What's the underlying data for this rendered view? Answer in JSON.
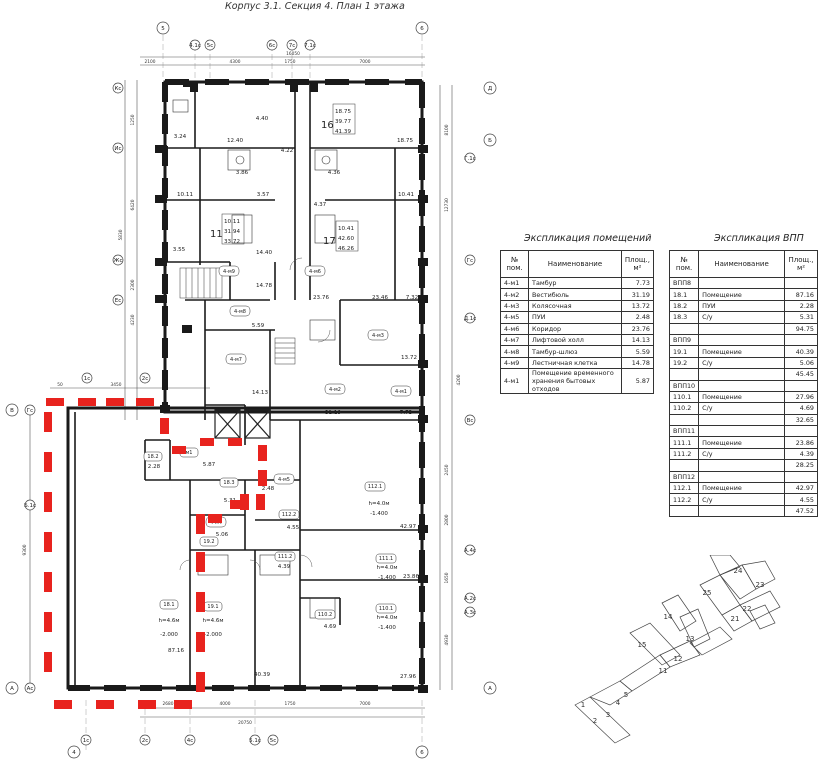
{
  "title": "Корпус 3.1. Секция 4. План 1 этажа",
  "colors": {
    "highlight": "#e8231e",
    "wall": "#1a1a1a",
    "line": "#444444"
  },
  "axes": {
    "top": [
      "5",
      "4.1с",
      "5с",
      "6с",
      "7с",
      "7.1с",
      "6"
    ],
    "bottom": [
      "4",
      "1с",
      "2с",
      "4с",
      "5.1с",
      "5с",
      "6"
    ],
    "left": [
      "Кс",
      "Ис",
      "Жс",
      "Ес",
      "В",
      "Гс",
      "Б.1с",
      "А",
      "Ас"
    ],
    "right": [
      "Д",
      "Б",
      "Г.1с",
      "Гс",
      "Д.1с",
      "Вс",
      "А.4с",
      "А.2с",
      "А.3с",
      "А"
    ],
    "red_top": [
      "1с",
      "2с"
    ],
    "dims_top": [
      "2100",
      "4300",
      "1750",
      "7000",
      "16050"
    ],
    "dims_bottom": [
      "2680",
      "4000",
      "1750",
      "7000",
      "20750"
    ],
    "dims_side": [
      "1250",
      "6420",
      "5830",
      "2300",
      "4230",
      "8100",
      "12730",
      "4200",
      "2450",
      "2800",
      "1650",
      "4930"
    ],
    "dims_red": [
      "50",
      "3450",
      "9300"
    ]
  },
  "apartments": [
    {
      "no": "16",
      "values": [
        "18.75",
        "39.77",
        "41.39"
      ]
    },
    {
      "no": "11",
      "values": [
        "10.11",
        "31.94",
        "33.72"
      ]
    },
    {
      "no": "17",
      "values": [
        "10.41",
        "42.60",
        "46.26"
      ]
    }
  ],
  "room_labels": [
    "3.24",
    "12.40",
    "4.40",
    "18.75",
    "4.22",
    "3.86",
    "4.36",
    "10.11",
    "3.57",
    "10.41",
    "4.37",
    "3.55",
    "14.40",
    "14.78",
    "23.76",
    "23.46",
    "7.32",
    "5.59",
    "13.72",
    "14.13",
    "31.19",
    "7.73",
    "2.28",
    "5.87",
    "5.31",
    "2.48",
    "4.55",
    "5.06",
    "4.39",
    "4.69",
    "87.16",
    "40.39",
    "42.97",
    "23.86",
    "27.96"
  ],
  "room_tags": [
    "4-м9",
    "4-м6",
    "4-м8",
    "4-м3",
    "4-м7",
    "4-м2",
    "4-м1",
    "4-м5",
    "4-м4",
    "18.2",
    "18.3",
    "19.2",
    "111.2",
    "110.2",
    "112.2",
    "112.1",
    "111.1",
    "110.1",
    "18.1",
    "19.1",
    "м1"
  ],
  "commercial": [
    {
      "id": "112.1",
      "h": "h=4.0м",
      "level": "-1.400"
    },
    {
      "id": "111.1",
      "h": "h=4.0м",
      "level": "-1.400"
    },
    {
      "id": "110.1",
      "h": "h=4.0м",
      "level": "-1.400"
    },
    {
      "id": "18.1",
      "h": "h=4.6м",
      "level": "-2.000"
    },
    {
      "id": "19.1",
      "h": "h=4.6м",
      "level": "-2.000"
    }
  ],
  "table1": {
    "title": "Экспликация помещений",
    "headers": [
      "№ пом.",
      "Наименование",
      "Площ., м²"
    ],
    "rows": [
      [
        "4-м1",
        "Тамбур",
        "7.73"
      ],
      [
        "4-м2",
        "Вестибюль",
        "31.19"
      ],
      [
        "4-м3",
        "Колясочная",
        "13.72"
      ],
      [
        "4-м5",
        "ПУИ",
        "2.48"
      ],
      [
        "4-м6",
        "Коридор",
        "23.76"
      ],
      [
        "4-м7",
        "Лифтовой холл",
        "14.13"
      ],
      [
        "4-м8",
        "Тамбур-шлюз",
        "5.59"
      ],
      [
        "4-м9",
        "Лестничная клетка",
        "14.78"
      ],
      [
        "4-м1",
        "Помещение временного хранения бытовых отходов",
        "5.87"
      ]
    ]
  },
  "table2": {
    "title": "Экспликация ВПП",
    "headers": [
      "№ пом.",
      "Наименование",
      "Площ., м²"
    ],
    "groups": [
      {
        "name": "ВПП8",
        "rows": [
          [
            "18.1",
            "Помещение",
            "87.16"
          ],
          [
            "18.2",
            "ПУИ",
            "2.28"
          ],
          [
            "18.3",
            "С/у",
            "5.31"
          ]
        ],
        "total": "94.75"
      },
      {
        "name": "ВПП9",
        "rows": [
          [
            "19.1",
            "Помещение",
            "40.39"
          ],
          [
            "19.2",
            "С/у",
            "5.06"
          ]
        ],
        "total": "45.45"
      },
      {
        "name": "ВПП10",
        "rows": [
          [
            "110.1",
            "Помещение",
            "27.96"
          ],
          [
            "110.2",
            "С/у",
            "4.69"
          ]
        ],
        "total": "32.65"
      },
      {
        "name": "ВПП11",
        "rows": [
          [
            "111.1",
            "Помещение",
            "23.86"
          ],
          [
            "111.2",
            "С/у",
            "4.39"
          ]
        ],
        "total": "28.25"
      },
      {
        "name": "ВПП12",
        "rows": [
          [
            "112.1",
            "Помещение",
            "42.97"
          ],
          [
            "112.2",
            "С/у",
            "4.55"
          ]
        ],
        "total": "47.52"
      }
    ]
  },
  "key_plan": {
    "sections": [
      "1",
      "2",
      "3",
      "4",
      "5",
      "11",
      "12",
      "13",
      "14",
      "15",
      "21",
      "22",
      "23",
      "24",
      "25"
    ]
  }
}
